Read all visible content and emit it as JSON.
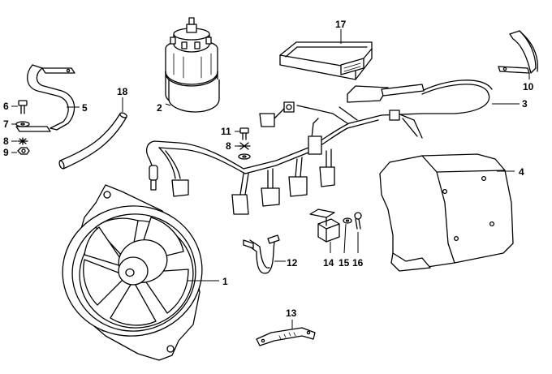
{
  "parts": [
    {
      "number": "1",
      "name": "auxiliary-fan"
    },
    {
      "number": "2",
      "name": "fuel-pump"
    },
    {
      "number": "3",
      "name": "wiring-harness"
    },
    {
      "number": "4",
      "name": "cover"
    },
    {
      "number": "5",
      "name": "pump-clamp"
    },
    {
      "number": "6",
      "name": "screw"
    },
    {
      "number": "7",
      "name": "washer"
    },
    {
      "number": "8",
      "name": "lock-washer"
    },
    {
      "number": "9",
      "name": "nut"
    },
    {
      "number": "10",
      "name": "holder"
    },
    {
      "number": "11",
      "name": "screw"
    },
    {
      "number": "12",
      "name": "bracket"
    },
    {
      "number": "13",
      "name": "strap"
    },
    {
      "number": "14",
      "name": "relay"
    },
    {
      "number": "15",
      "name": "washer"
    },
    {
      "number": "16",
      "name": "screw"
    },
    {
      "number": "17",
      "name": "control-unit"
    },
    {
      "number": "18",
      "name": "hose"
    }
  ],
  "labels": {
    "l1": "1",
    "l2": "2",
    "l3": "3",
    "l4": "4",
    "l5": "5",
    "l6": "6",
    "l7": "7",
    "l8a": "8",
    "l8b": "8",
    "l9": "9",
    "l10": "10",
    "l11": "11",
    "l12": "12",
    "l13": "13",
    "l14": "14",
    "l15": "15",
    "l16": "16",
    "l17": "17",
    "l18": "18"
  },
  "colors": {
    "line": "#000000",
    "background": "#ffffff"
  }
}
